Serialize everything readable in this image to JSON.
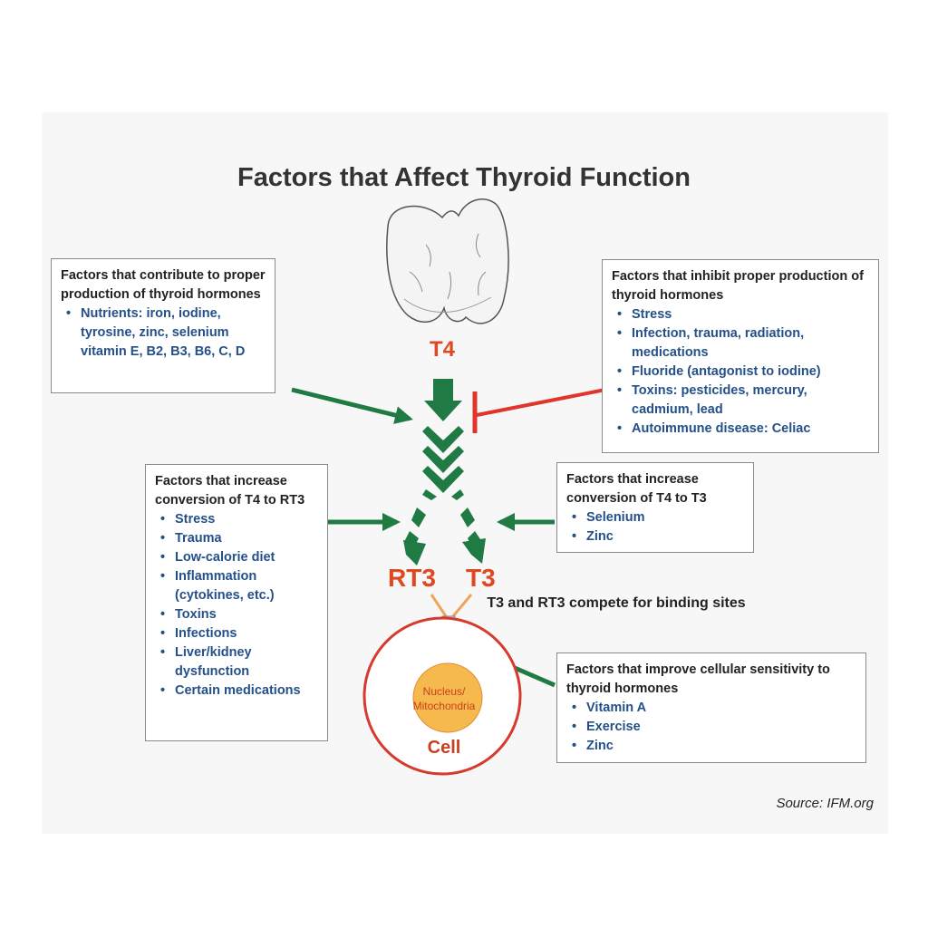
{
  "title": "Factors that Affect Thyroid Function",
  "hormones": {
    "t4": "T4",
    "rt3": "RT3",
    "t3": "T3"
  },
  "compete_note": "T3 and RT3 compete for binding sites",
  "cell": {
    "organelle": "Nucleus/ Mitochondria",
    "label": "Cell"
  },
  "boxes": {
    "contribute": {
      "heading": "Factors that contribute to proper production of thyroid hormones",
      "items": [
        "Nutrients:  iron, iodine, tyrosine, zinc, selenium vitamin E, B2, B3, B6, C, D"
      ]
    },
    "inhibit": {
      "heading": "Factors that inhibit proper production of thyroid hormones",
      "items": [
        "Stress",
        "Infection, trauma, radiation, medications",
        "Fluoride (antagonist to iodine)",
        "Toxins: pesticides, mercury, cadmium, lead",
        "Autoimmune disease: Celiac"
      ]
    },
    "rt3": {
      "heading": "Factors that increase conversion of T4 to RT3",
      "items": [
        "Stress",
        "Trauma",
        "Low-calorie diet",
        "Inflammation (cytokines, etc.)",
        "Toxins",
        "Infections",
        "Liver/kidney dysfunction",
        "Certain medications"
      ]
    },
    "t3": {
      "heading": "Factors that increase conversion of T4 to T3",
      "items": [
        "Selenium",
        "Zinc"
      ]
    },
    "sensitivity": {
      "heading": "Factors that improve cellular sensitivity to thyroid hormones",
      "items": [
        "Vitamin A",
        "Exercise",
        "Zinc"
      ]
    }
  },
  "source": "Source: IFM.org",
  "colors": {
    "promote": "#1f7a44",
    "inhibit": "#e0352b",
    "hormone": "#e0481f",
    "cell_border": "#d63a2e",
    "nucleus": "#f6b94e",
    "item_text": "#24508a"
  }
}
